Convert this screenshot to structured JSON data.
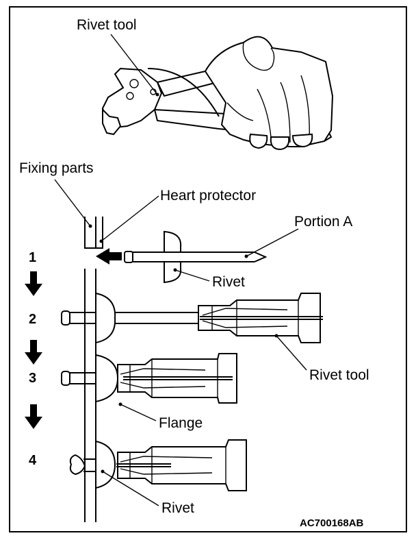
{
  "labels": {
    "rivet_tool_top": "Rivet tool",
    "fixing_parts": "Fixing parts",
    "heart_protector": "Heart protector",
    "portion_a": "Portion A",
    "rivet_1": "Rivet",
    "rivet_tool_side": "Rivet tool",
    "flange": "Flange",
    "rivet_4": "Rivet"
  },
  "steps": [
    "1",
    "2",
    "3",
    "4"
  ],
  "figure_code": "AC700168AB"
}
